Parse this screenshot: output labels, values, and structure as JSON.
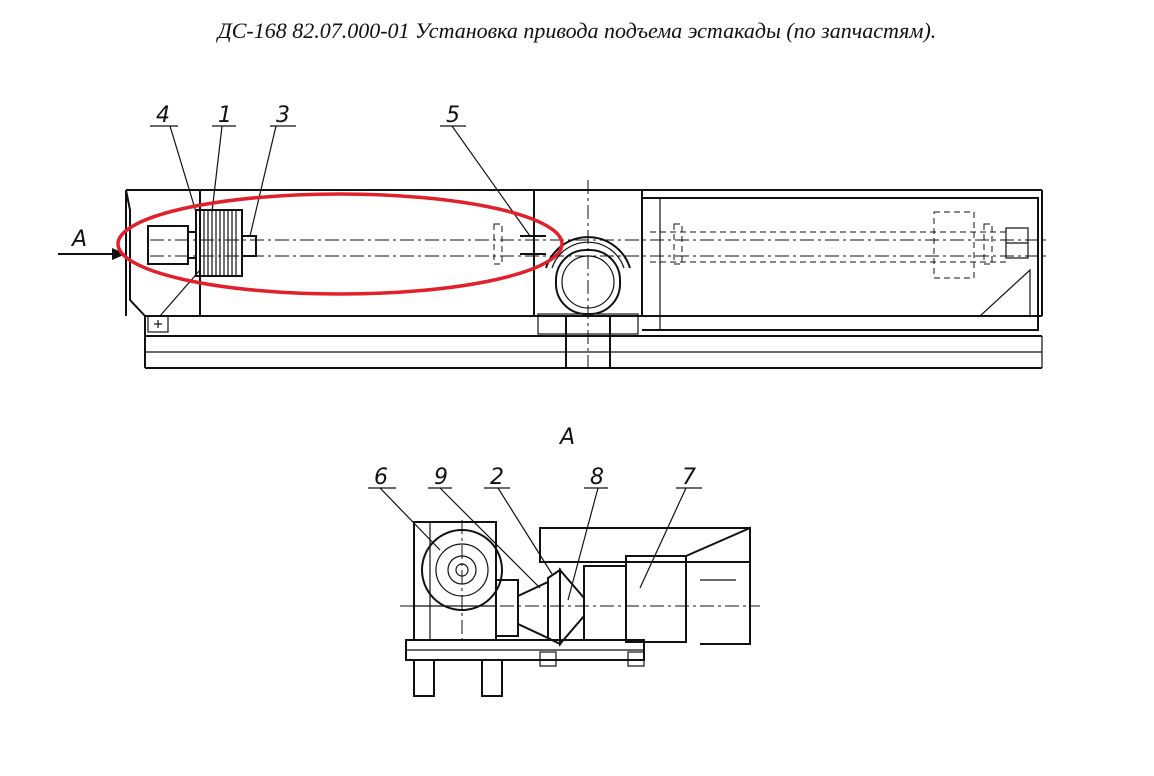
{
  "title": "ДС-168 82.07.000-01  Установка привода подъема эстакады (по запчастям).",
  "view_arrow_label": "A",
  "section_label": "A",
  "callouts_top": [
    "4",
    "1",
    "3",
    "5"
  ],
  "callouts_bottom": [
    "6",
    "9",
    "2",
    "8",
    "7"
  ],
  "highlight_color": "#e0212b"
}
